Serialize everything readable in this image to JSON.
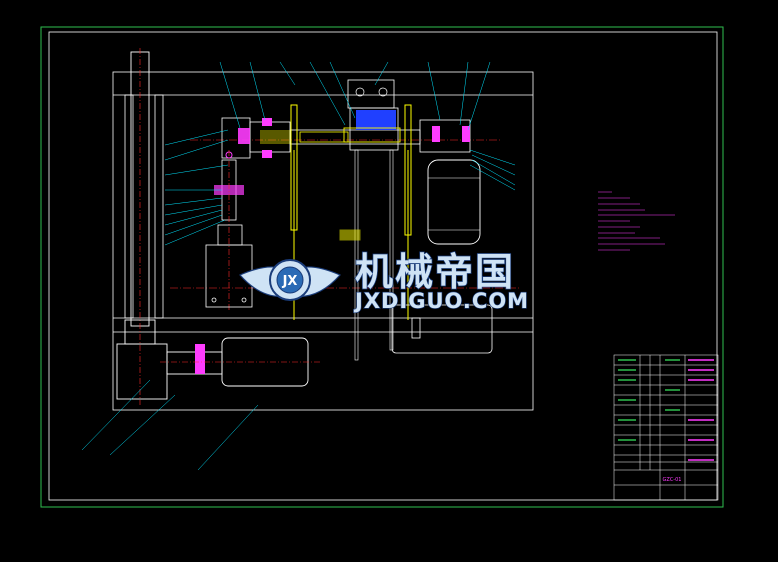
{
  "watermark": {
    "text_cn": "机械帝国",
    "text_en": "JXDIGUO.COM",
    "logo_initials": "JX"
  },
  "colors": {
    "background": "#000000",
    "frame": "#2fbf4f",
    "outline": "#ffffff",
    "leader": "#00e5ff",
    "hatch": "#ffff00",
    "magenta": "#ff3cff",
    "centerline": "#ff2a2a",
    "blue": "#2040ff",
    "watermark_fill": "#cfe3f5",
    "watermark_stroke": "#1a3c7a"
  },
  "title_block": {
    "drawing_code": "GZC-01"
  }
}
